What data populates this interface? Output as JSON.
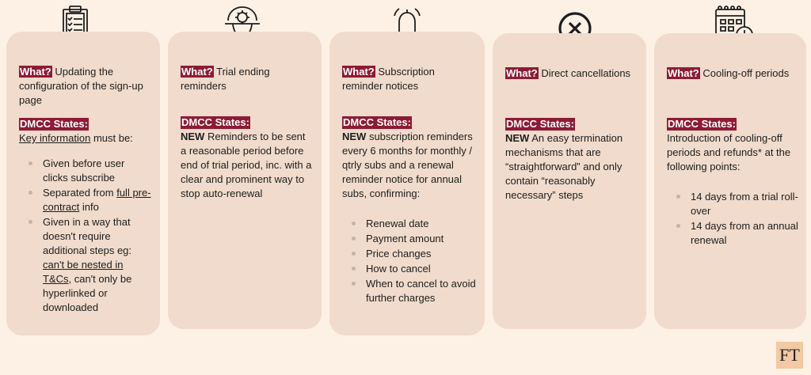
{
  "what_label": "What?",
  "dmcc_label": "DMCC States:",
  "cards": [
    {
      "icon": "clipboard-checklist-icon",
      "what": "Updating the configuration of the sign-up page",
      "key_information": "Key information",
      "must_be": " must be:",
      "bullets": {
        "b1": "Given before user clicks subscribe",
        "b2_pre": "Separated from ",
        "b2_link": "full pre-contract",
        "b2_post": " info",
        "b3_pre": "Given in a way that doesn't require additional steps eg: ",
        "b3_link": "can't be nested in T&Cs",
        "b3_post": ", can't only be hyperlinked or downloaded"
      }
    },
    {
      "icon": "head-gear-icon",
      "what": "Trial ending reminders",
      "new": "NEW",
      "body": " Reminders to be sent a reasonable period before end of trial period, inc. with a clear and prominent way to stop auto-renewal"
    },
    {
      "icon": "bell-icon",
      "what": "Subscription reminder notices",
      "new": "NEW",
      "body": " subscription reminders every 6 months for monthly / qtrly subs and a renewal reminder notice for annual subs, confirming:",
      "bullets": [
        "Renewal date",
        "Payment amount",
        "Price changes",
        "How to cancel",
        "When to cancel to avoid further charges"
      ]
    },
    {
      "icon": "circle-x-icon",
      "what": "Direct cancellations",
      "new": "NEW",
      "body": " An easy termination mechanisms that are “straightforward” and only contain “reasonably necessary” steps"
    },
    {
      "icon": "calendar-clock-icon",
      "what": "Cooling-off periods",
      "body": "Introduction of cooling-off periods and refunds* at the following points:",
      "bullets": [
        "14 days from a trial roll-over",
        "14 days from an annual renewal"
      ]
    }
  ],
  "logo": "FT"
}
